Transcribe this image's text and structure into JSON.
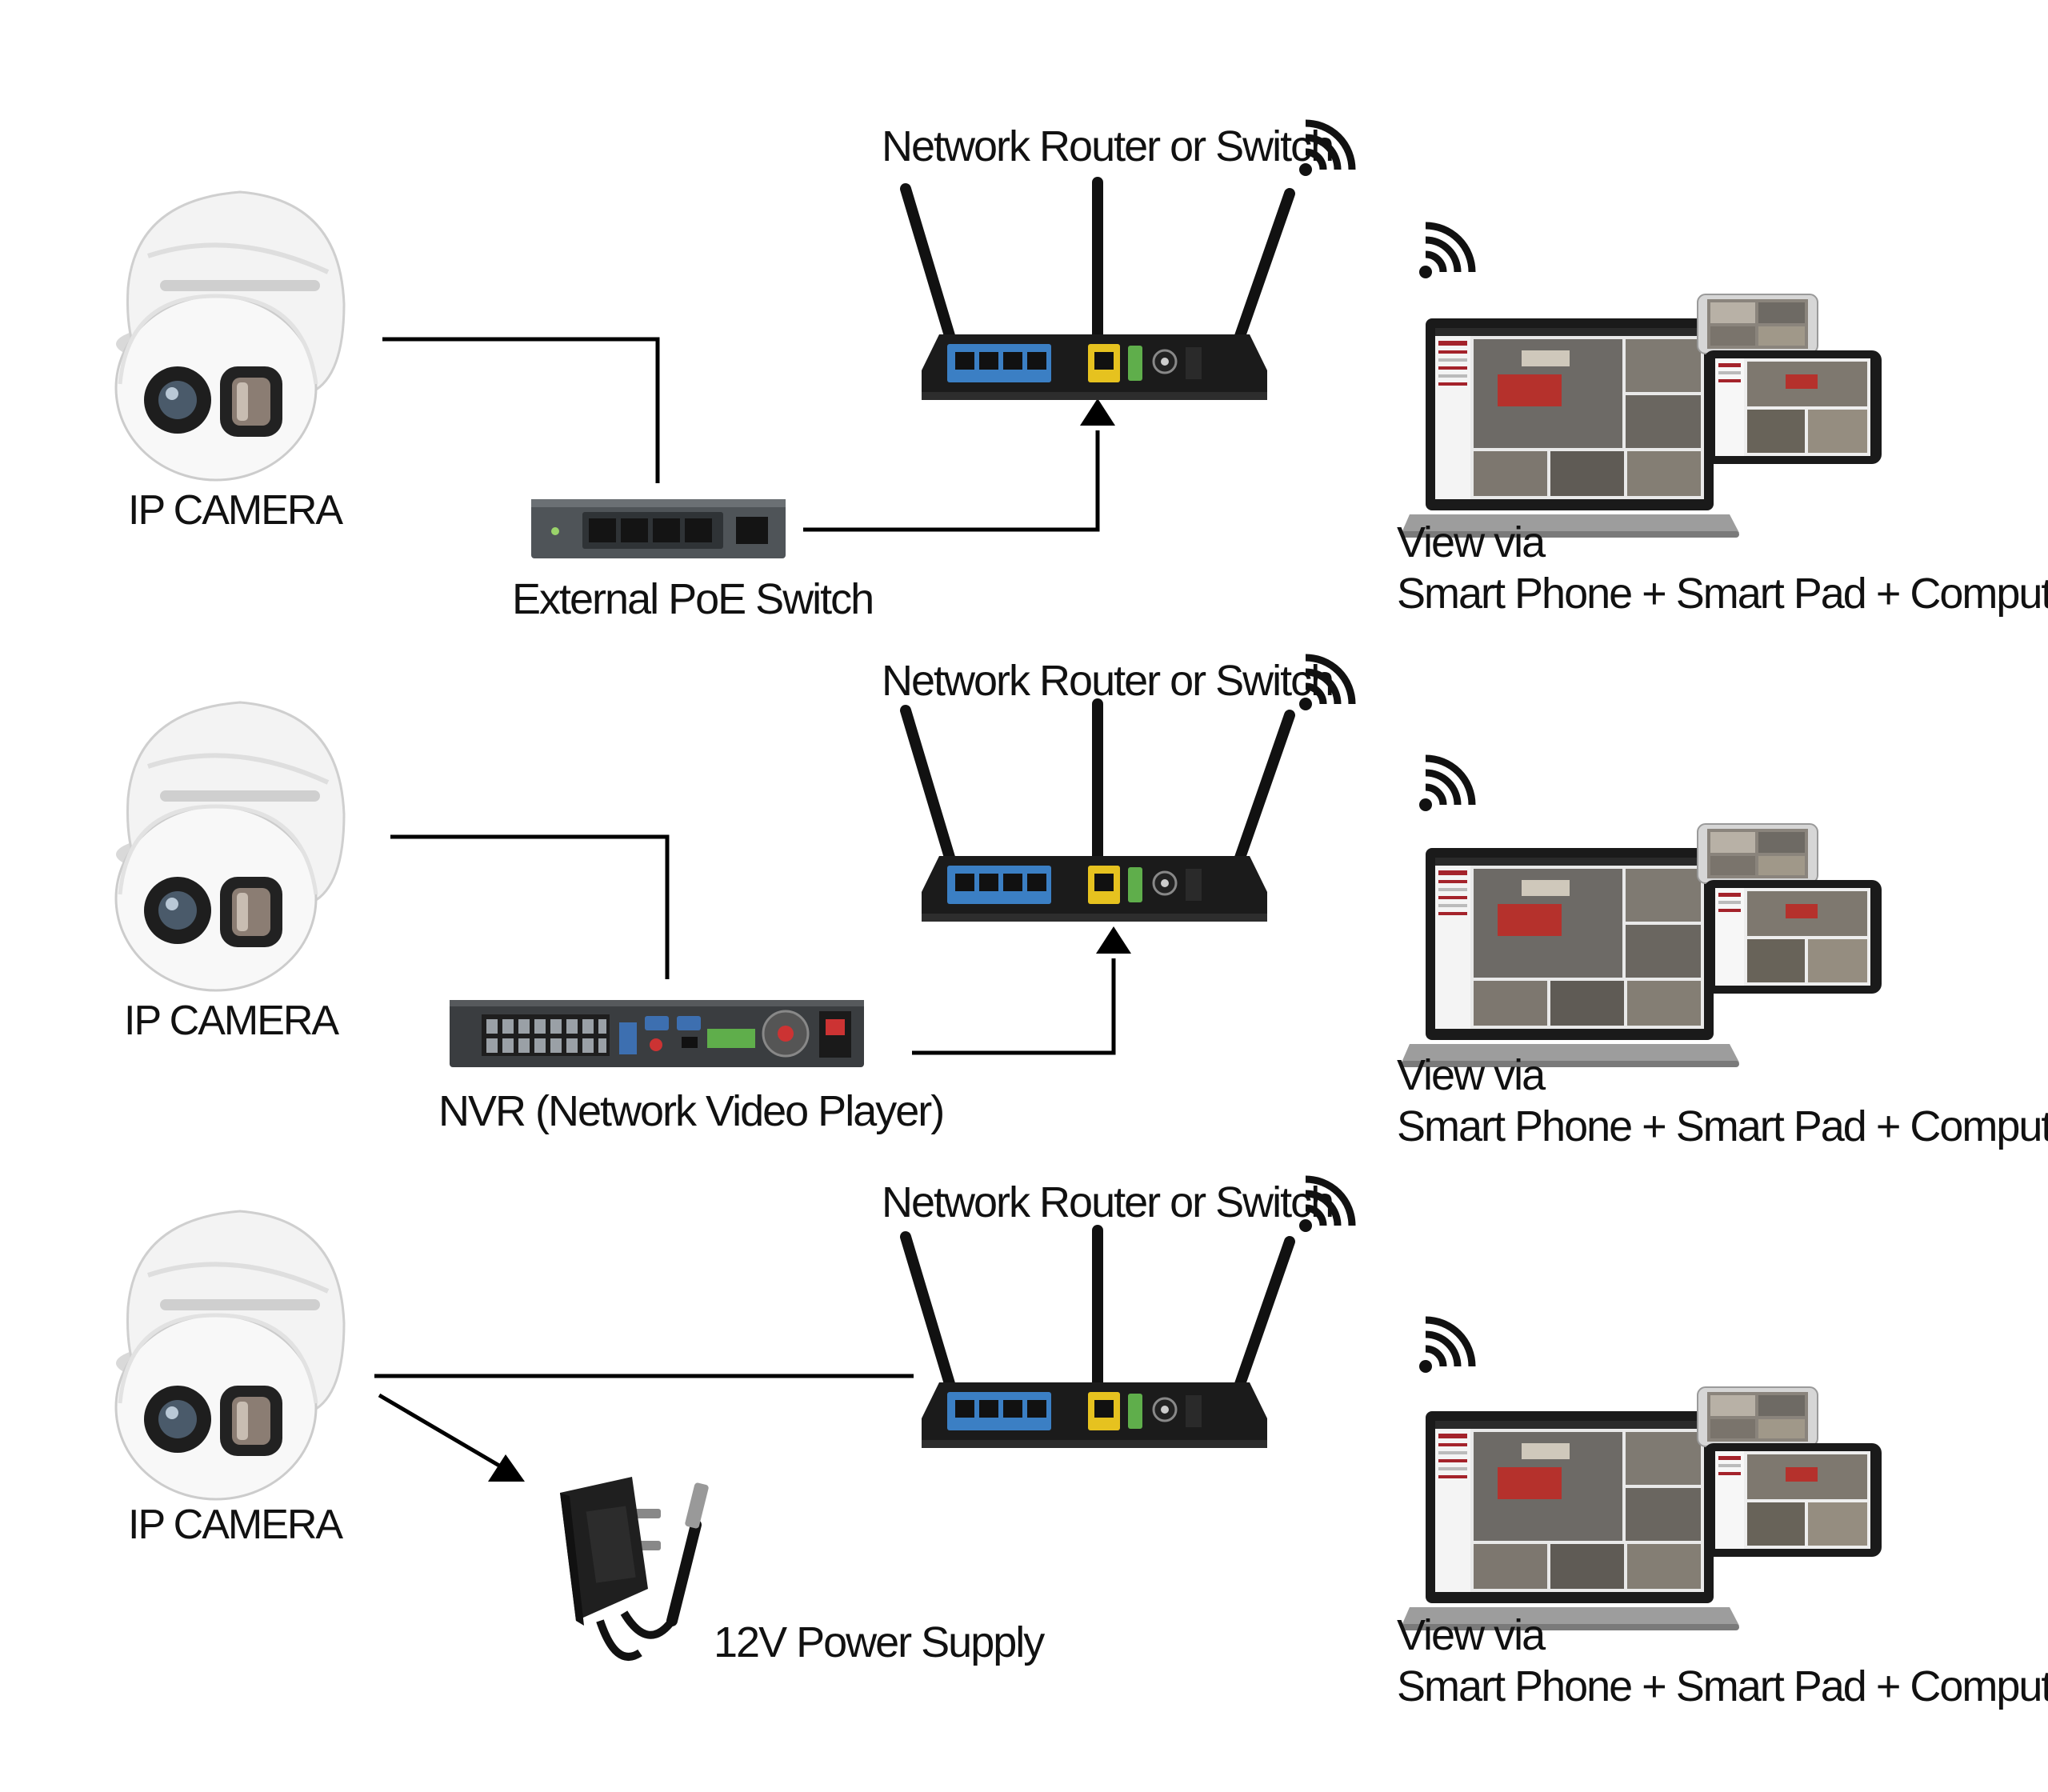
{
  "rows": [
    {
      "camera_label": "IP CAMERA",
      "device_label": "External PoE Switch",
      "router_label": "Network Router or Switch",
      "view_line1": "View via",
      "view_line2": "Smart Phone + Smart Pad + Computer"
    },
    {
      "camera_label": "IP CAMERA",
      "device_label": "NVR (Network Video Player)",
      "router_label": "Network Router or Switch",
      "view_line1": "View via",
      "view_line2": "Smart Phone + Smart Pad + Computer"
    },
    {
      "camera_label": "IP CAMERA",
      "device_label": "12V Power Supply",
      "router_label": "Network Router or Switch",
      "view_line1": "View via",
      "view_line2": "Smart Phone + Smart Pad + Computer"
    }
  ],
  "colors": {
    "line": "#000000",
    "router_body": "#1b1b1b",
    "lan_ports": "#3b7fc4",
    "wan_port": "#e6c21f",
    "power_switch": "#5fae4b",
    "camera_shell": "#f2f2f2",
    "screen_accent": "#a4232b"
  }
}
